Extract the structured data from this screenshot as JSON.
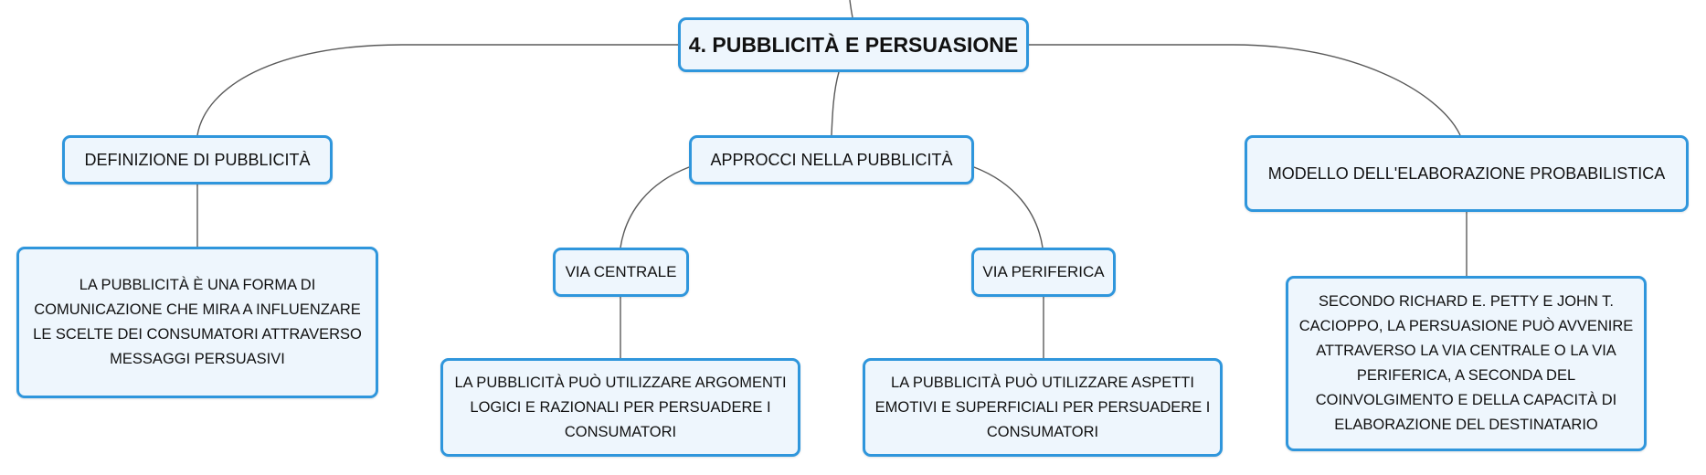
{
  "root": {
    "label": "4. PUBBLICITÀ E PERSUASIONE"
  },
  "topics": {
    "definizione": {
      "label": "DEFINIZIONE DI PUBBLICITÀ",
      "detail": "LA PUBBLICITÀ È UNA FORMA DI COMUNICAZIONE CHE MIRA A INFLUENZARE LE SCELTE DEI CONSUMATORI ATTRAVERSO MESSAGGI PERSUASIVI"
    },
    "approcci": {
      "label": "APPROCCI NELLA PUBBLICITÀ",
      "via_centrale": {
        "label": "VIA CENTRALE",
        "detail": "LA PUBBLICITÀ PUÒ UTILIZZARE ARGOMENTI LOGICI E RAZIONALI PER PERSUADERE I CONSUMATORI"
      },
      "via_periferica": {
        "label": "VIA PERIFERICA",
        "detail": "LA PUBBLICITÀ PUÒ UTILIZZARE ASPETTI EMOTIVI E SUPERFICIALI PER PERSUADERE I CONSUMATORI"
      }
    },
    "modello": {
      "label": "MODELLO DELL'ELABORAZIONE PROBABILISTICA",
      "detail": "SECONDO RICHARD E. PETTY E JOHN T. CACIOPPO, LA PERSUASIONE PUÒ AVVENIRE ATTRAVERSO LA VIA CENTRALE O LA VIA PERIFERICA, A SECONDA DEL COINVOLGIMENTO E DELLA CAPACITÀ DI ELABORAZIONE DEL DESTINATARIO"
    }
  },
  "colors": {
    "node_border": "#2f96dc",
    "node_fill": "#eef6fd",
    "connector": "#5a5a5a"
  }
}
